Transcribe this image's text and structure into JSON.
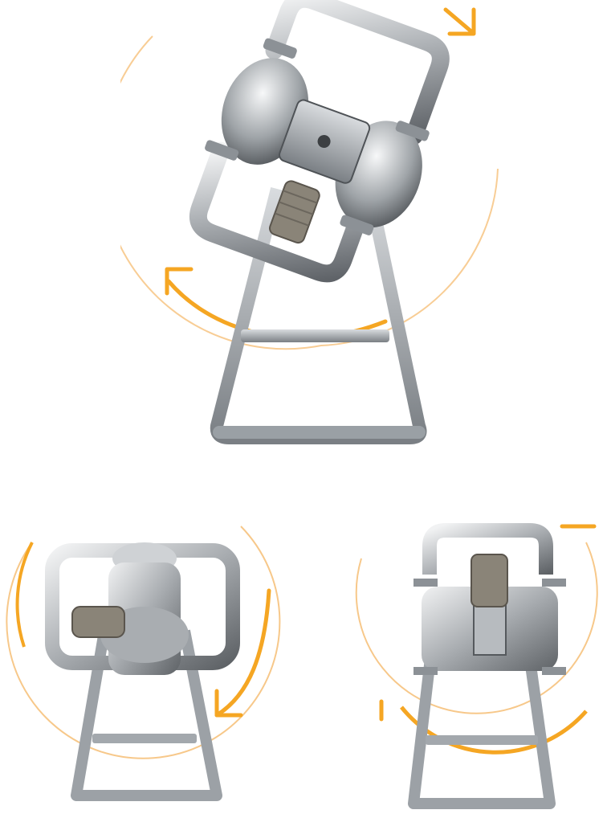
{
  "image": {
    "subject": "stainless-steel-diaphragm-pump",
    "views": [
      {
        "id": "main",
        "label": ""
      },
      {
        "id": "left",
        "label": ""
      },
      {
        "id": "right",
        "label": ""
      }
    ],
    "colors": {
      "background": "#ffffff",
      "arrow": "#f5a623",
      "arc": "#f7c88a",
      "steel_light": "#e6e8ea",
      "steel_mid": "#a9adb1",
      "steel_dark": "#5f6368"
    },
    "icons": [
      "rotate-clockwise-arrow-icon",
      "rotate-counterclockwise-arrow-icon"
    ]
  }
}
